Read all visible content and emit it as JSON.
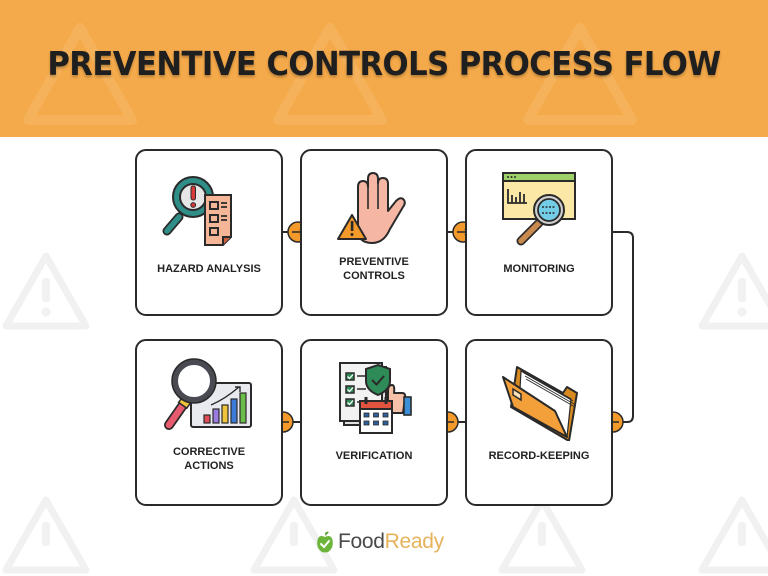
{
  "header": {
    "title": "PREVENTIVE CONTROLS PROCESS FLOW",
    "background_color": "#F4A94A"
  },
  "steps": [
    {
      "id": 1,
      "label": "HAZARD ANALYSIS",
      "icon": "magnifier-checklist-icon",
      "row": 1,
      "col": 1
    },
    {
      "id": 2,
      "label": "PREVENTIVE\nCONTROLS",
      "icon": "stop-hand-warning-icon",
      "row": 1,
      "col": 2
    },
    {
      "id": 3,
      "label": "MONITORING",
      "icon": "browser-chart-magnifier-icon",
      "row": 1,
      "col": 3
    },
    {
      "id": 4,
      "label": "RECORD-KEEPING",
      "icon": "open-folder-icon",
      "row": 2,
      "col": 3
    },
    {
      "id": 5,
      "label": "VERIFICATION",
      "icon": "checklist-shield-calendar-thumbs-up-icon",
      "row": 2,
      "col": 2
    },
    {
      "id": 6,
      "label": "CORRECTIVE\nACTIONS",
      "icon": "magnifier-bar-chart-icon",
      "row": 2,
      "col": 1
    }
  ],
  "flow": [
    {
      "from": "HAZARD ANALYSIS",
      "to": "PREVENTIVE CONTROLS",
      "direction": "right"
    },
    {
      "from": "PREVENTIVE CONTROLS",
      "to": "MONITORING",
      "direction": "right"
    },
    {
      "from": "MONITORING",
      "to": "RECORD-KEEPING",
      "direction": "down"
    },
    {
      "from": "RECORD-KEEPING",
      "to": "VERIFICATION",
      "direction": "left"
    },
    {
      "from": "VERIFICATION",
      "to": "CORRECTIVE ACTIONS",
      "direction": "left"
    }
  ],
  "colors": {
    "accent_orange": "#F39A2B",
    "card_border": "#2a2a2a",
    "watermark": "#f1f1f1"
  },
  "logo": {
    "part1": "Food",
    "part2": "Ready",
    "icon": "apple-check-icon"
  }
}
